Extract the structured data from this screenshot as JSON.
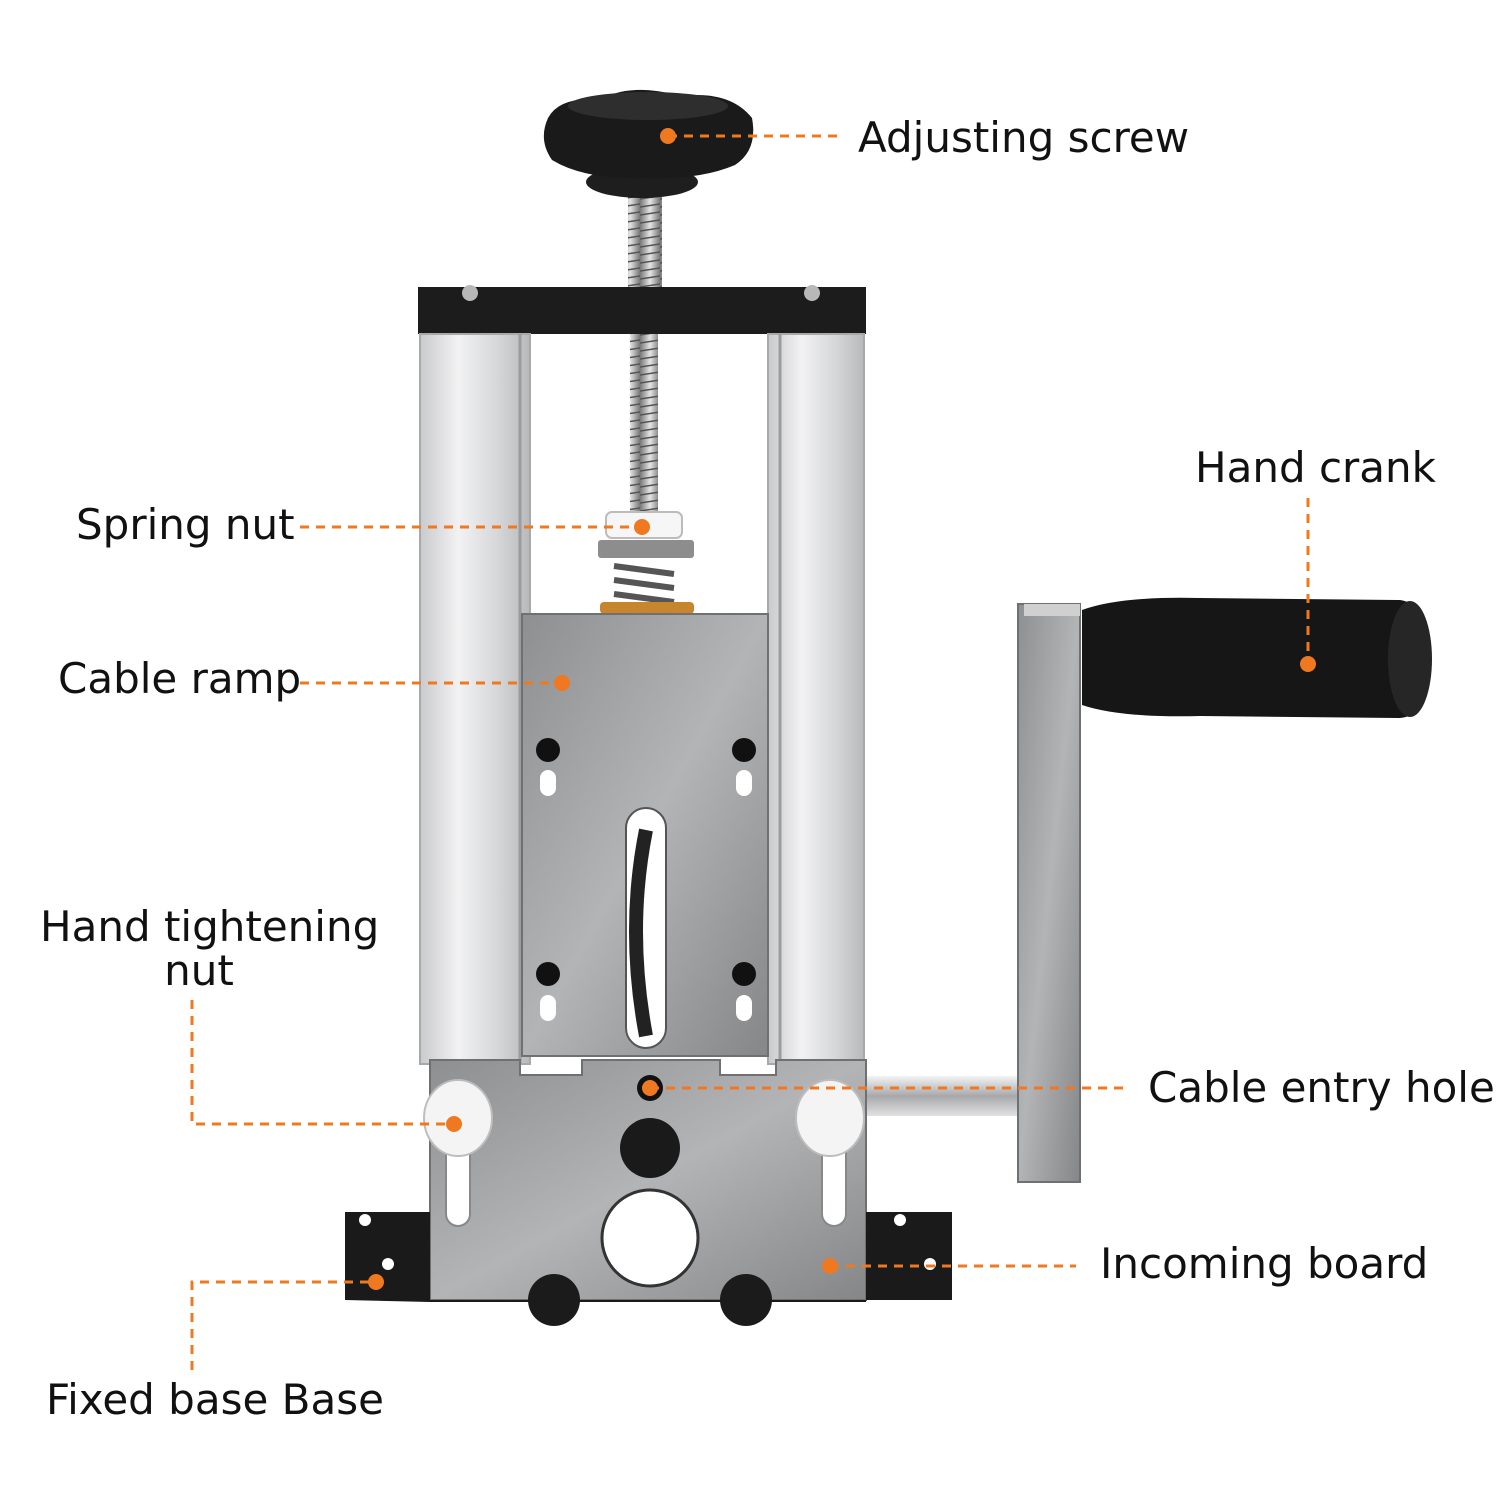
{
  "colors": {
    "leader": "#f07820",
    "dot": "#f07820",
    "label_text": "#111111",
    "aluminum": "#d9dadc",
    "steel": "#9a9b9d",
    "black_part": "#1b1b1b"
  },
  "labels": {
    "adjusting_screw": "Adjusting screw",
    "hand_crank": "Hand crank",
    "spring_nut": "Spring nut",
    "cable_ramp": "Cable ramp",
    "hand_tightening_nut_line1": "Hand tightening",
    "hand_tightening_nut_line2": "nut",
    "cable_entry_hole": "Cable entry hole",
    "incoming_board": "Incoming board",
    "fixed_base": "Fixed base Base"
  }
}
